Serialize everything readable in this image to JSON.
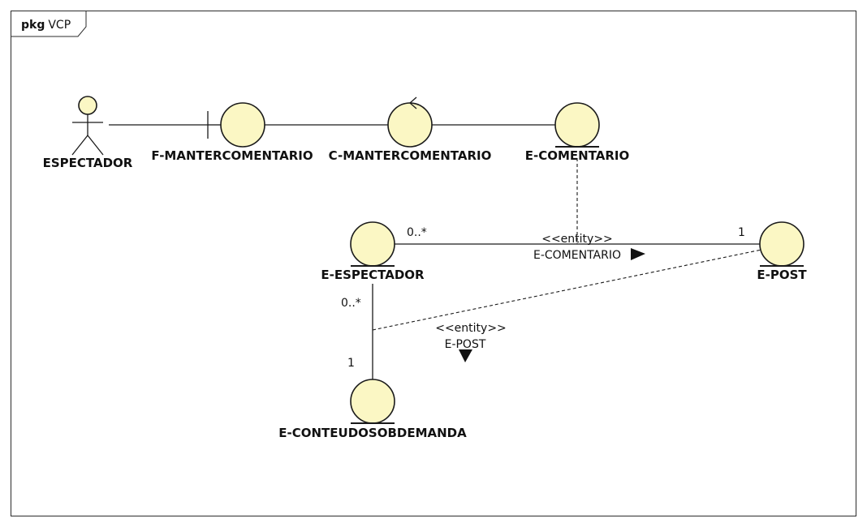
{
  "package": {
    "keyword": "pkg",
    "name": "VCP"
  },
  "elements": {
    "actor": "ESPECTADOR",
    "boundary": "F-MANTERCOMENTARIO",
    "control": "C-MANTERCOMENTARIO",
    "entity_comentario": "E-COMENTARIO",
    "entity_espectador": "E-ESPECTADOR",
    "entity_post": "E-POST",
    "entity_conteudo": "E-CONTEUDOSOBDEMANDA"
  },
  "associations": {
    "comentario": {
      "stereotype": "<<entity>>",
      "name": "E-COMENTARIO",
      "mult_source": "0..*",
      "mult_target": "1"
    },
    "post": {
      "stereotype": "<<entity>>",
      "name": "E-POST"
    },
    "conteudo": {
      "mult_top": "0..*",
      "mult_bottom": "1"
    }
  }
}
